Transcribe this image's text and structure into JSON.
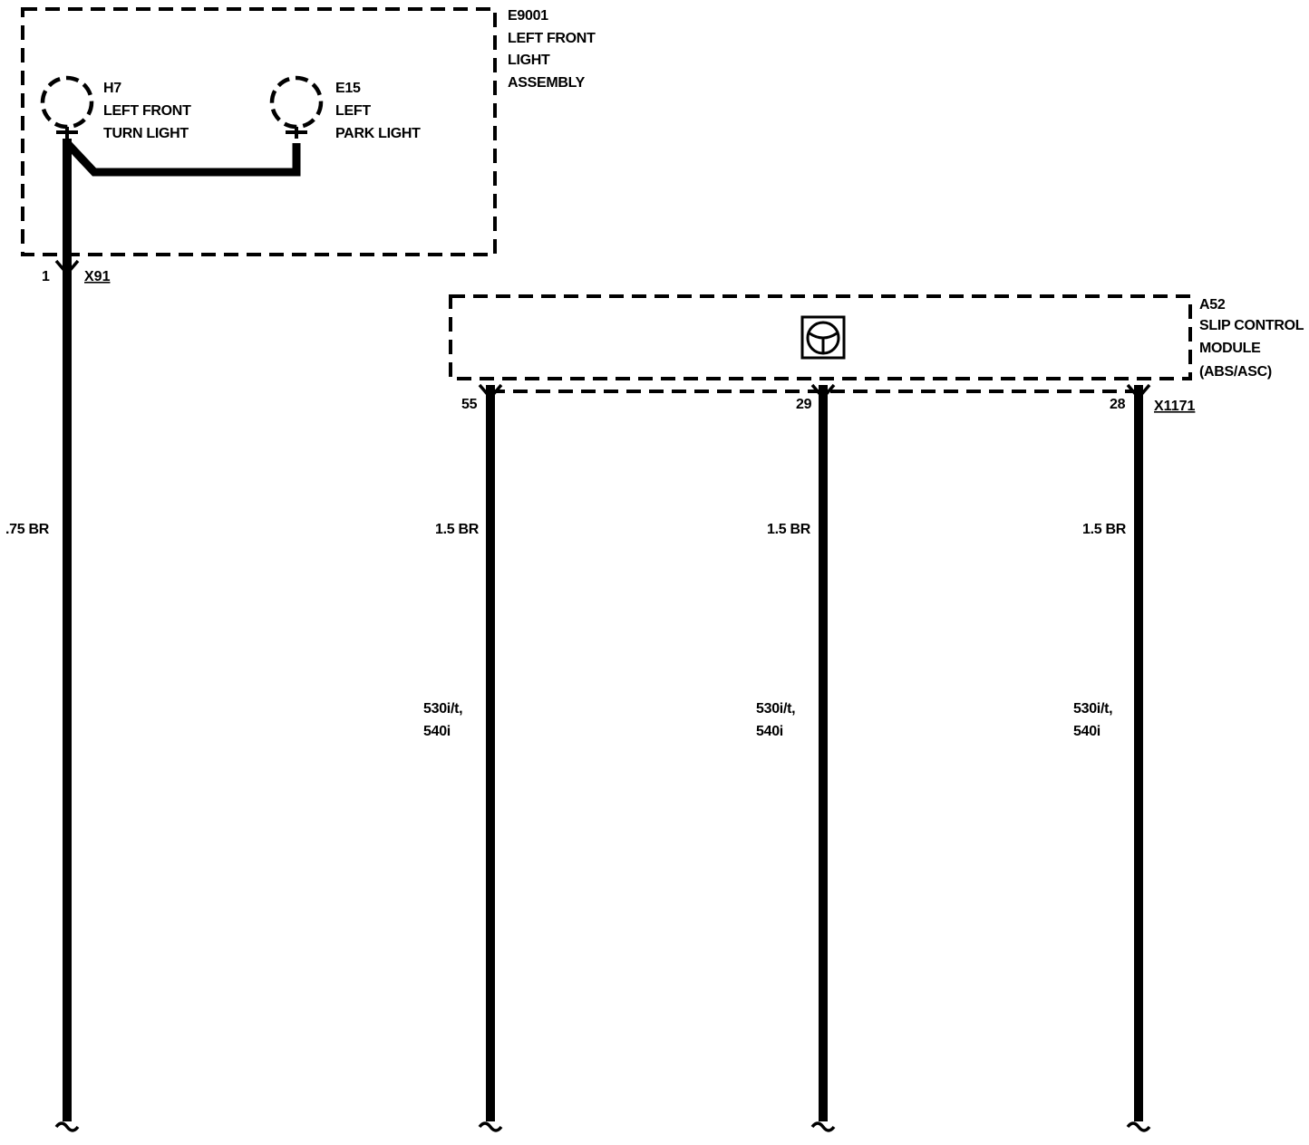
{
  "assembly": {
    "id": "E9001",
    "line1": "LEFT FRONT",
    "line2": "LIGHT",
    "line3": "ASSEMBLY"
  },
  "turn_light": {
    "id": "H7",
    "line1": "LEFT FRONT",
    "line2": "TURN LIGHT"
  },
  "park_light": {
    "id": "E15",
    "line1": "LEFT",
    "line2": "PARK LIGHT"
  },
  "connector_x91": {
    "pin": "1",
    "name": "X91"
  },
  "wire_left": {
    "label": ".75 BR"
  },
  "module": {
    "id": "A52",
    "line1": "SLIP CONTROL",
    "line2": "MODULE",
    "line3": "(ABS/ASC)"
  },
  "connector_x1171": {
    "name": "X1171"
  },
  "module_wires": [
    {
      "pin": "55",
      "size": "1.5 BR",
      "note1": "530i/t,",
      "note2": "540i"
    },
    {
      "pin": "29",
      "size": "1.5 BR",
      "note1": "530i/t,",
      "note2": "540i"
    },
    {
      "pin": "28",
      "size": "1.5 BR",
      "note1": "530i/t,",
      "note2": "540i"
    }
  ],
  "colors": {
    "ink": "#000000",
    "background": "#ffffff"
  }
}
